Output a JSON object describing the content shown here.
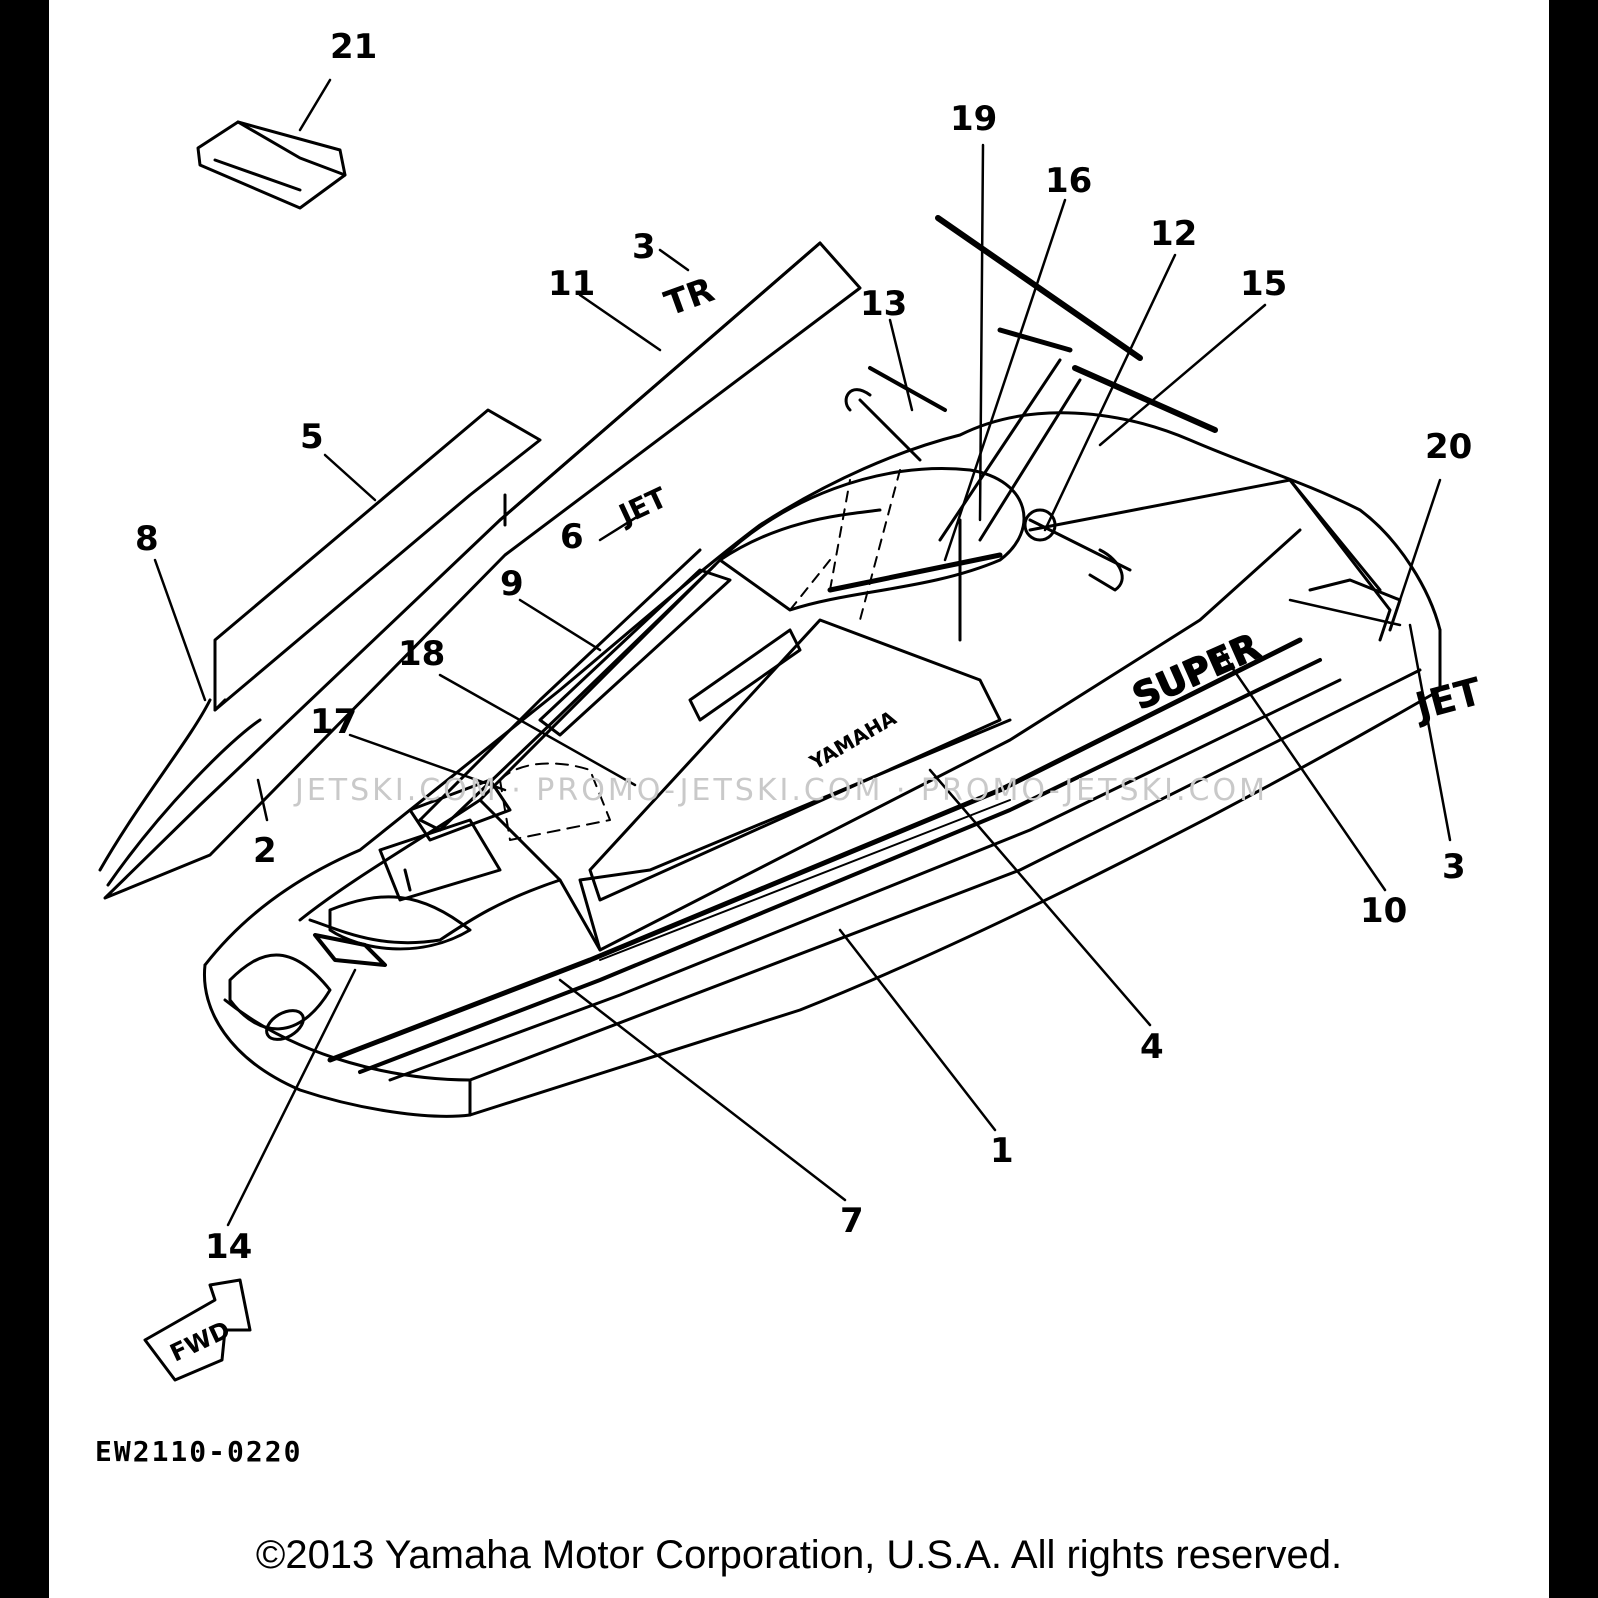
{
  "diagram": {
    "callouts": [
      "21",
      "3",
      "11",
      "19",
      "16",
      "12",
      "13",
      "15",
      "5",
      "8",
      "6",
      "9",
      "18",
      "17",
      "2",
      "20",
      "3",
      "10",
      "4",
      "1",
      "7",
      "14"
    ],
    "decals": {
      "tr": "TR",
      "jet_top": "JET",
      "jet_right": "JET",
      "super": "SUPER",
      "yamaha": "YAMAHA",
      "fwd": "FWD"
    },
    "watermark": "JETSKI.COM · PROMO-JETSKI.COM · PROMO-JETSKI.COM",
    "drawing_code": "EW2110-0220",
    "copyright": "©2013 Yamaha Motor Corporation, U.S.A. All rights reserved."
  },
  "colors": {
    "ink": "#000000",
    "paper": "#ffffff",
    "border": "#000000",
    "watermark": "#c9c9c9"
  }
}
